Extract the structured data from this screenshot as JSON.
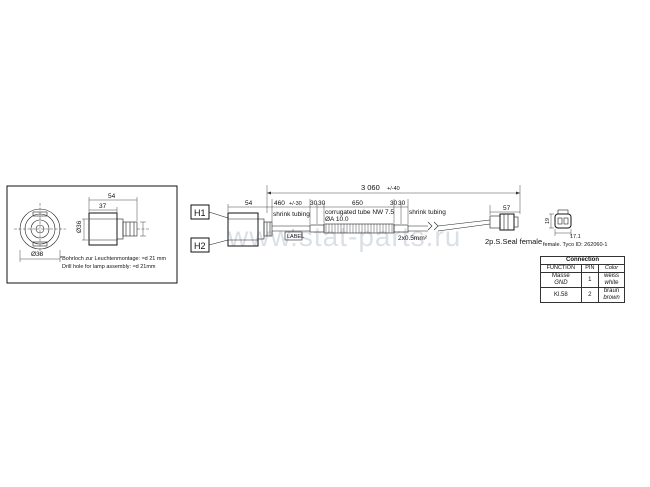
{
  "left_view": {
    "dim_54": "54",
    "dim_37": "37",
    "dim_phi36": "Ø36",
    "dim_phi38": "Ø38",
    "note_de": "*Bohrloch zur Leuchtenmontage: ≈d 21 mm",
    "note_en": "Drill hole for lamp assembly: ≈d 21mm"
  },
  "main_view": {
    "label_h1": "H1",
    "label_h2": "H2",
    "total_length": "3 060",
    "total_tol": "+/-40",
    "dim_54": "54",
    "dim_460": "460",
    "dim_460_tol": "+/-30",
    "dim_30a": "30",
    "dim_30b": "30",
    "dim_650": "650",
    "dim_30c": "30",
    "dim_30d": "30",
    "dim_57": "57",
    "shrink_left": "shrink tubing",
    "shrink_right": "shrink tubing",
    "corrugated": "corrugated tube NW 7.5",
    "corrugated_dia": "ØA 10.0",
    "wire": "2x0.5mm²",
    "label_tag": "LABEL",
    "plug": "2p.S.Seal female"
  },
  "connector_view": {
    "dim_17": "17.1",
    "dim_19": "19",
    "note": "female. Tyco ID: 262060-1"
  },
  "connection_table": {
    "title": "Connection",
    "headers": [
      "FUNCTION",
      "PIN",
      "Color"
    ],
    "rows": [
      {
        "function": "Masse",
        "function_sub": "GND",
        "pin": "1",
        "color": "weiss",
        "color_sub": "white"
      },
      {
        "function": "Kl.58",
        "function_sub": "",
        "pin": "2",
        "color": "braun",
        "color_sub": "brown"
      }
    ]
  },
  "watermark": "www.stat-parts.ru"
}
